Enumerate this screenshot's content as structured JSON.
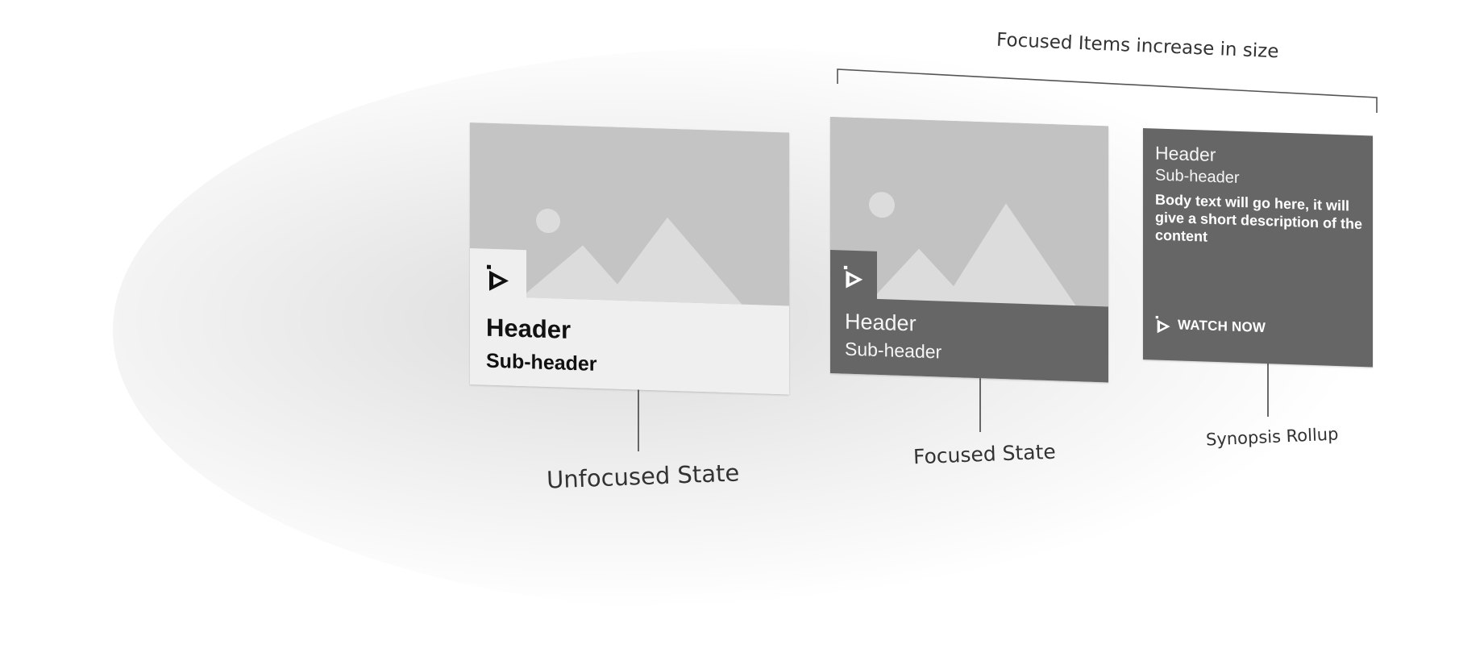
{
  "bracket_label": "Focused Items increase in size",
  "cards": {
    "unfocused": {
      "header": "Header",
      "subheader": "Sub-header",
      "caption": "Unfocused State"
    },
    "focused": {
      "header": "Header",
      "subheader": "Sub-header",
      "caption": "Focused State"
    },
    "synopsis": {
      "header": "Header",
      "subheader": "Sub-header",
      "body": "Body text will go here, it will give a short description of the content",
      "cta": "WATCH NOW",
      "caption": "Synopsis Rollup"
    }
  },
  "icons": [
    "image-placeholder-icon",
    "brand-logo-icon"
  ],
  "colors": {
    "placeholder_gray": "#c4c4c4",
    "panel_dark": "#666666",
    "panel_light": "#efefef"
  }
}
